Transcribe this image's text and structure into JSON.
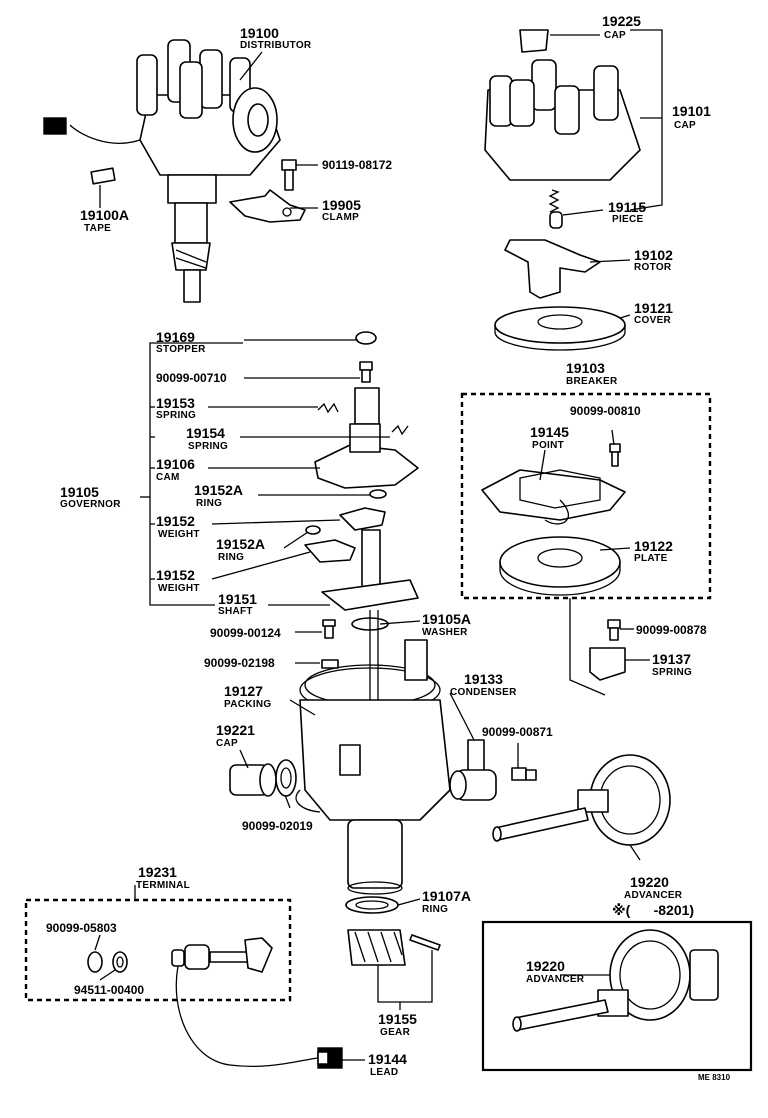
{
  "parts": {
    "p19100": {
      "number": "19100",
      "name": "DISTRIBUTOR"
    },
    "p19100a": {
      "number": "19100A",
      "name": "TAPE"
    },
    "p9011908172": {
      "number": "90119-08172"
    },
    "p19905": {
      "number": "19905",
      "name": "CLAMP"
    },
    "p19225": {
      "number": "19225",
      "name": "CAP"
    },
    "p19101": {
      "number": "19101",
      "name": "CAP"
    },
    "p19115": {
      "number": "19115",
      "name": "PIECE"
    },
    "p19102": {
      "number": "19102",
      "name": "ROTOR"
    },
    "p19121": {
      "number": "19121",
      "name": "COVER"
    },
    "p19169": {
      "number": "19169",
      "name": "STOPPER"
    },
    "p9009900710": {
      "number": "90099-00710"
    },
    "p19153": {
      "number": "19153",
      "name": "SPRING"
    },
    "p19154": {
      "number": "19154",
      "name": "SPRING"
    },
    "p19106": {
      "number": "19106",
      "name": "CAM"
    },
    "p19105": {
      "number": "19105",
      "name": "GOVERNOR"
    },
    "p19152a1": {
      "number": "19152A",
      "name": "RING"
    },
    "p19152_1": {
      "number": "19152",
      "name": "WEIGHT"
    },
    "p19152a2": {
      "number": "19152A",
      "name": "RING"
    },
    "p19152_2": {
      "number": "19152",
      "name": "WEIGHT"
    },
    "p19151": {
      "number": "19151",
      "name": "SHAFT"
    },
    "p19103": {
      "number": "19103",
      "name": "BREAKER"
    },
    "p9009900810": {
      "number": "90099-00810"
    },
    "p19145": {
      "number": "19145",
      "name": "POINT"
    },
    "p19122": {
      "number": "19122",
      "name": "PLATE"
    },
    "p19105a": {
      "number": "19105A",
      "name": "WASHER"
    },
    "p9009900124": {
      "number": "90099-00124"
    },
    "p9009902198": {
      "number": "90099-02198"
    },
    "p9009900878": {
      "number": "90099-00878"
    },
    "p19137": {
      "number": "19137",
      "name": "SPRING"
    },
    "p19133": {
      "number": "19133",
      "name": "CONDENSER"
    },
    "p19127": {
      "number": "19127",
      "name": "PACKING"
    },
    "p9009900871": {
      "number": "90099-00871"
    },
    "p19221": {
      "number": "19221",
      "name": "CAP"
    },
    "p9009902019": {
      "number": "90099-02019"
    },
    "p19220a": {
      "number": "19220",
      "name": "ADVANCER"
    },
    "p19231": {
      "number": "19231",
      "name": "TERMINAL"
    },
    "p19107a": {
      "number": "19107A",
      "name": "RING"
    },
    "p9009905803": {
      "number": "90099-05803"
    },
    "p9451100400": {
      "number": "94511-00400"
    },
    "p19155": {
      "number": "19155",
      "name": "GEAR"
    },
    "p19220b": {
      "number": "19220",
      "name": "ADVANCER"
    },
    "p19144": {
      "number": "19144",
      "name": "LEAD"
    }
  },
  "inset_note": "※(      -8201)",
  "drawing_code": "ME 8310"
}
